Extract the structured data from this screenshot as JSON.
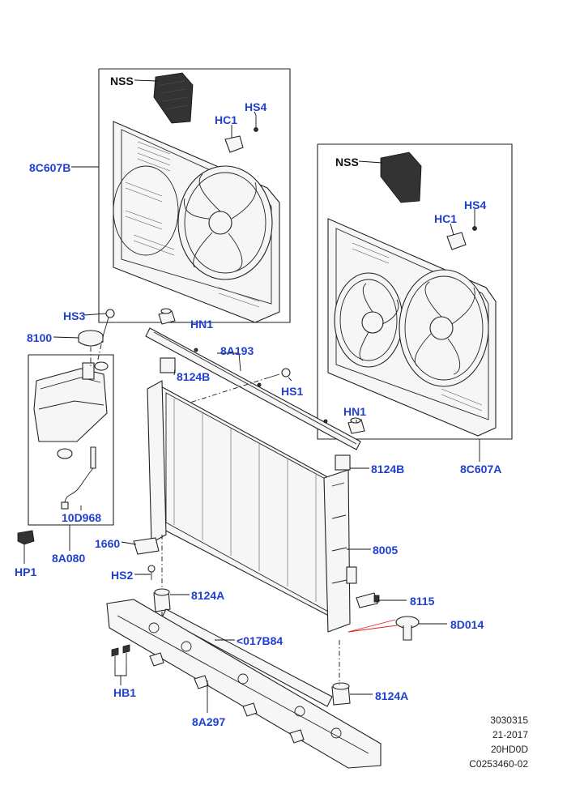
{
  "labels": {
    "nss_top": "NSS",
    "hs4_top": "HS4",
    "hc1_top": "HC1",
    "c607b": "8C607B",
    "nss_right": "NSS",
    "hs4_right": "HS4",
    "hc1_right": "HC1",
    "hs3": "HS3",
    "hn1_top": "HN1",
    "a193": "8A193",
    "p8100": "8100",
    "b8124_top": "8124B",
    "hs1": "HS1",
    "hn1_right": "HN1",
    "b8124_right": "8124B",
    "c607a": "8C607A",
    "d968": "10D968",
    "p1660": "1660",
    "p8005": "8005",
    "hp1": "HP1",
    "a080": "8A080",
    "hs2": "HS2",
    "a8124_left": "8124A",
    "p8115": "8115",
    "d014": "8D014",
    "b84": "<017B84",
    "hb1": "HB1",
    "a8124_bottom": "8124A",
    "a297": "8A297"
  },
  "codes": [
    "3030315",
    "21-2017",
    "20HD0D",
    "C0253460-02"
  ],
  "colors": {
    "label": "#1f3fd0",
    "line": "#222222",
    "highlight_lead": "#e02020"
  }
}
